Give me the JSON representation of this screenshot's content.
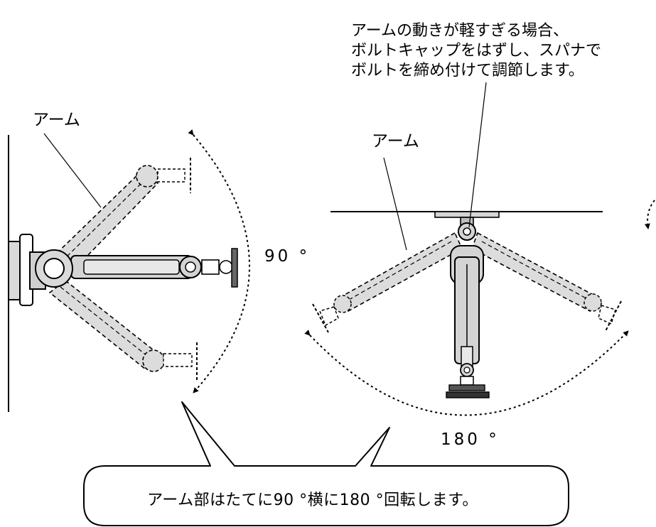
{
  "labels": {
    "arm_left": "アーム",
    "arm_right": "アーム",
    "angle_vertical": "90 °",
    "angle_horizontal": "180 °"
  },
  "note": {
    "lines": [
      "アームの動きが軽すぎる場合、",
      "ボルトキャップをはずし、スパナで",
      "ボルトを締め付けて調節します。"
    ]
  },
  "callout": {
    "text": "アーム部はたてに90 °横に180 °回転します。"
  }
}
